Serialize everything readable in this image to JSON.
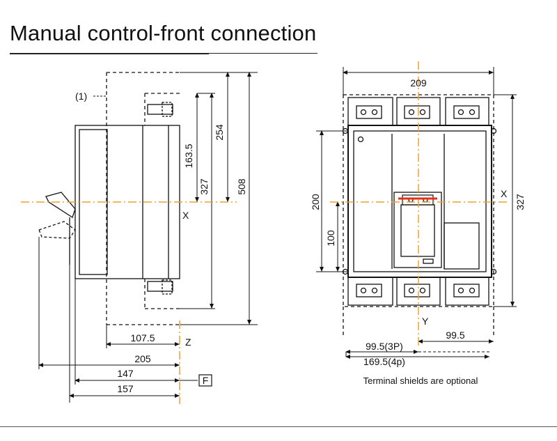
{
  "title": "Manual control-front connection",
  "left_view": {
    "note_marker": "(1)",
    "dim_vertical": [
      "163.5",
      "254",
      "327",
      "508"
    ],
    "axis_x_label": "X",
    "axis_z_label": "Z",
    "dim_horizontal": [
      "107.5",
      "205",
      "147",
      "157"
    ],
    "frame_label": "F"
  },
  "right_view": {
    "dim_top": "209",
    "dim_left": [
      "200",
      "100"
    ],
    "dim_right": "327",
    "axis_x_label": "X",
    "axis_y_label": "Y",
    "dim_pole_spacing": "99.5",
    "dim_3p": "99.5(3P)",
    "dim_4p": "169.5(4p)",
    "caption": "Terminal shields are optional"
  },
  "colors": {
    "axis_orange": "#f0a030",
    "line": "#111111",
    "accent_red": "#e03020"
  }
}
